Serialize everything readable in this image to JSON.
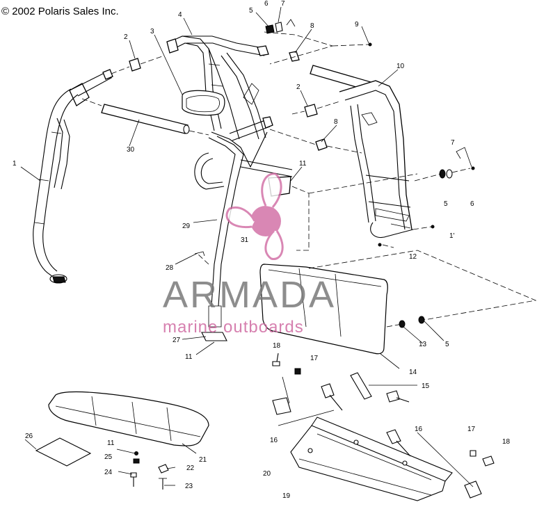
{
  "copyright": "© 2002 Polaris Sales Inc.",
  "watermark": {
    "title": "ARMADA",
    "subtitle": "marine outboards"
  },
  "callouts": {
    "c1_left": "1",
    "c2_top": "2",
    "c2_mid": "2",
    "c3": "3",
    "c4": "4",
    "c5_top": "5",
    "c5_right": "5",
    "c5_lower": "5",
    "c6_top": "6",
    "c6_right": "6",
    "c7_top": "7",
    "c7_right": "7",
    "c8_top": "8",
    "c8_mid": "8",
    "c9": "9",
    "c10": "10",
    "c11_mid": "11",
    "c11_right": "1'",
    "c11_low": "11",
    "c11_seat": "11",
    "c12": "12",
    "c13": "13",
    "c14": "14",
    "c15": "15",
    "c16_left": "16",
    "c16_right": "16",
    "c17_mid": "17",
    "c17_right": "17",
    "c18_mid": "18",
    "c18_right": "18",
    "c19": "19",
    "c20": "20",
    "c21": "21",
    "c22": "22",
    "c23": "23",
    "c24": "24",
    "c25": "25",
    "c26": "26",
    "c27": "27",
    "c28": "28",
    "c29": "29",
    "c30": "30",
    "c31": "31"
  },
  "colors": {
    "linework": "#000000",
    "watermark_gray": "#7a7a7a",
    "watermark_pink": "#d06aa2"
  }
}
